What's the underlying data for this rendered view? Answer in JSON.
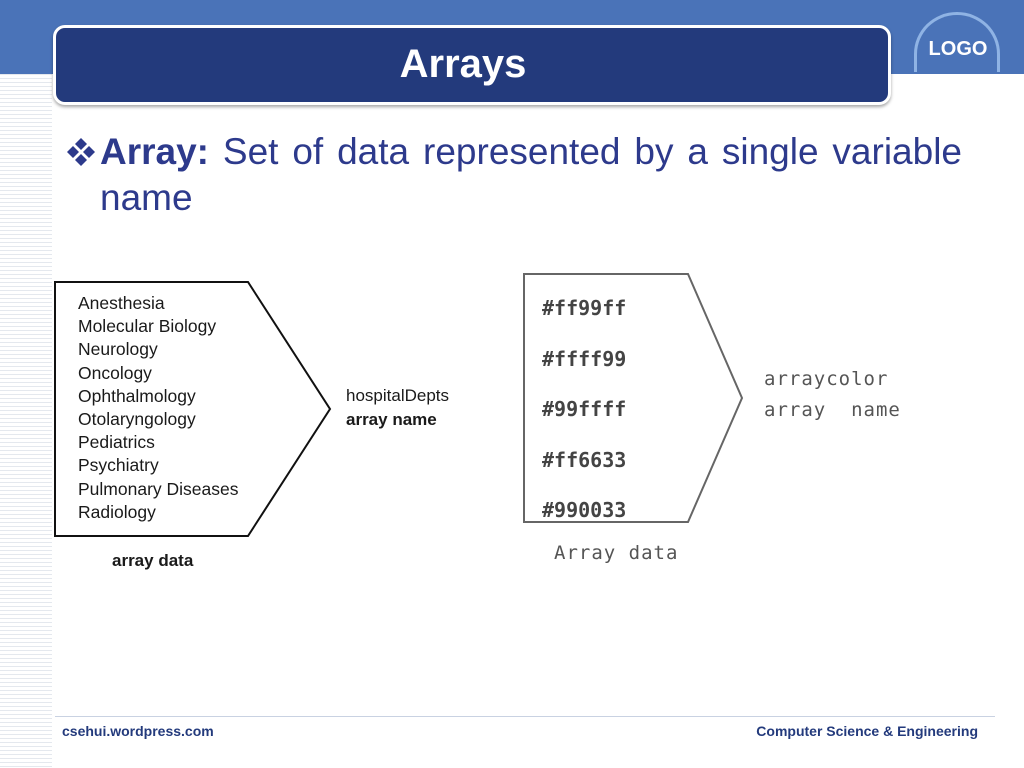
{
  "slide": {
    "title": "Arrays",
    "logo": "LOGO",
    "bullet_icon": "four-diamond-bullet-icon",
    "definition": {
      "term": "Array:",
      "text": "Set of data represented by a single variable name"
    }
  },
  "left_diagram": {
    "items": [
      "Anesthesia",
      "Molecular Biology",
      "Neurology",
      "Oncology",
      "Ophthalmology",
      "Otolaryngology",
      "Pediatrics",
      "Psychiatry",
      "Pulmonary Diseases",
      "Radiology"
    ],
    "array_name_value": "hospitalDepts",
    "array_name_label": "array name",
    "array_data_label": "array data"
  },
  "right_diagram": {
    "items": [
      "#ff99ff",
      "#ffff99",
      "#99ffff",
      "#ff6633",
      "#990033"
    ],
    "array_name_value": "arraycolor",
    "array_name_label": "array  name",
    "array_data_label": "Array data"
  },
  "footer": {
    "left": "csehui.wordpress.com",
    "right": "Computer Science & Engineering"
  },
  "colors": {
    "header_band": "#4a73b8",
    "title_box": "#233a7c",
    "body_text": "#2d3a8c"
  }
}
